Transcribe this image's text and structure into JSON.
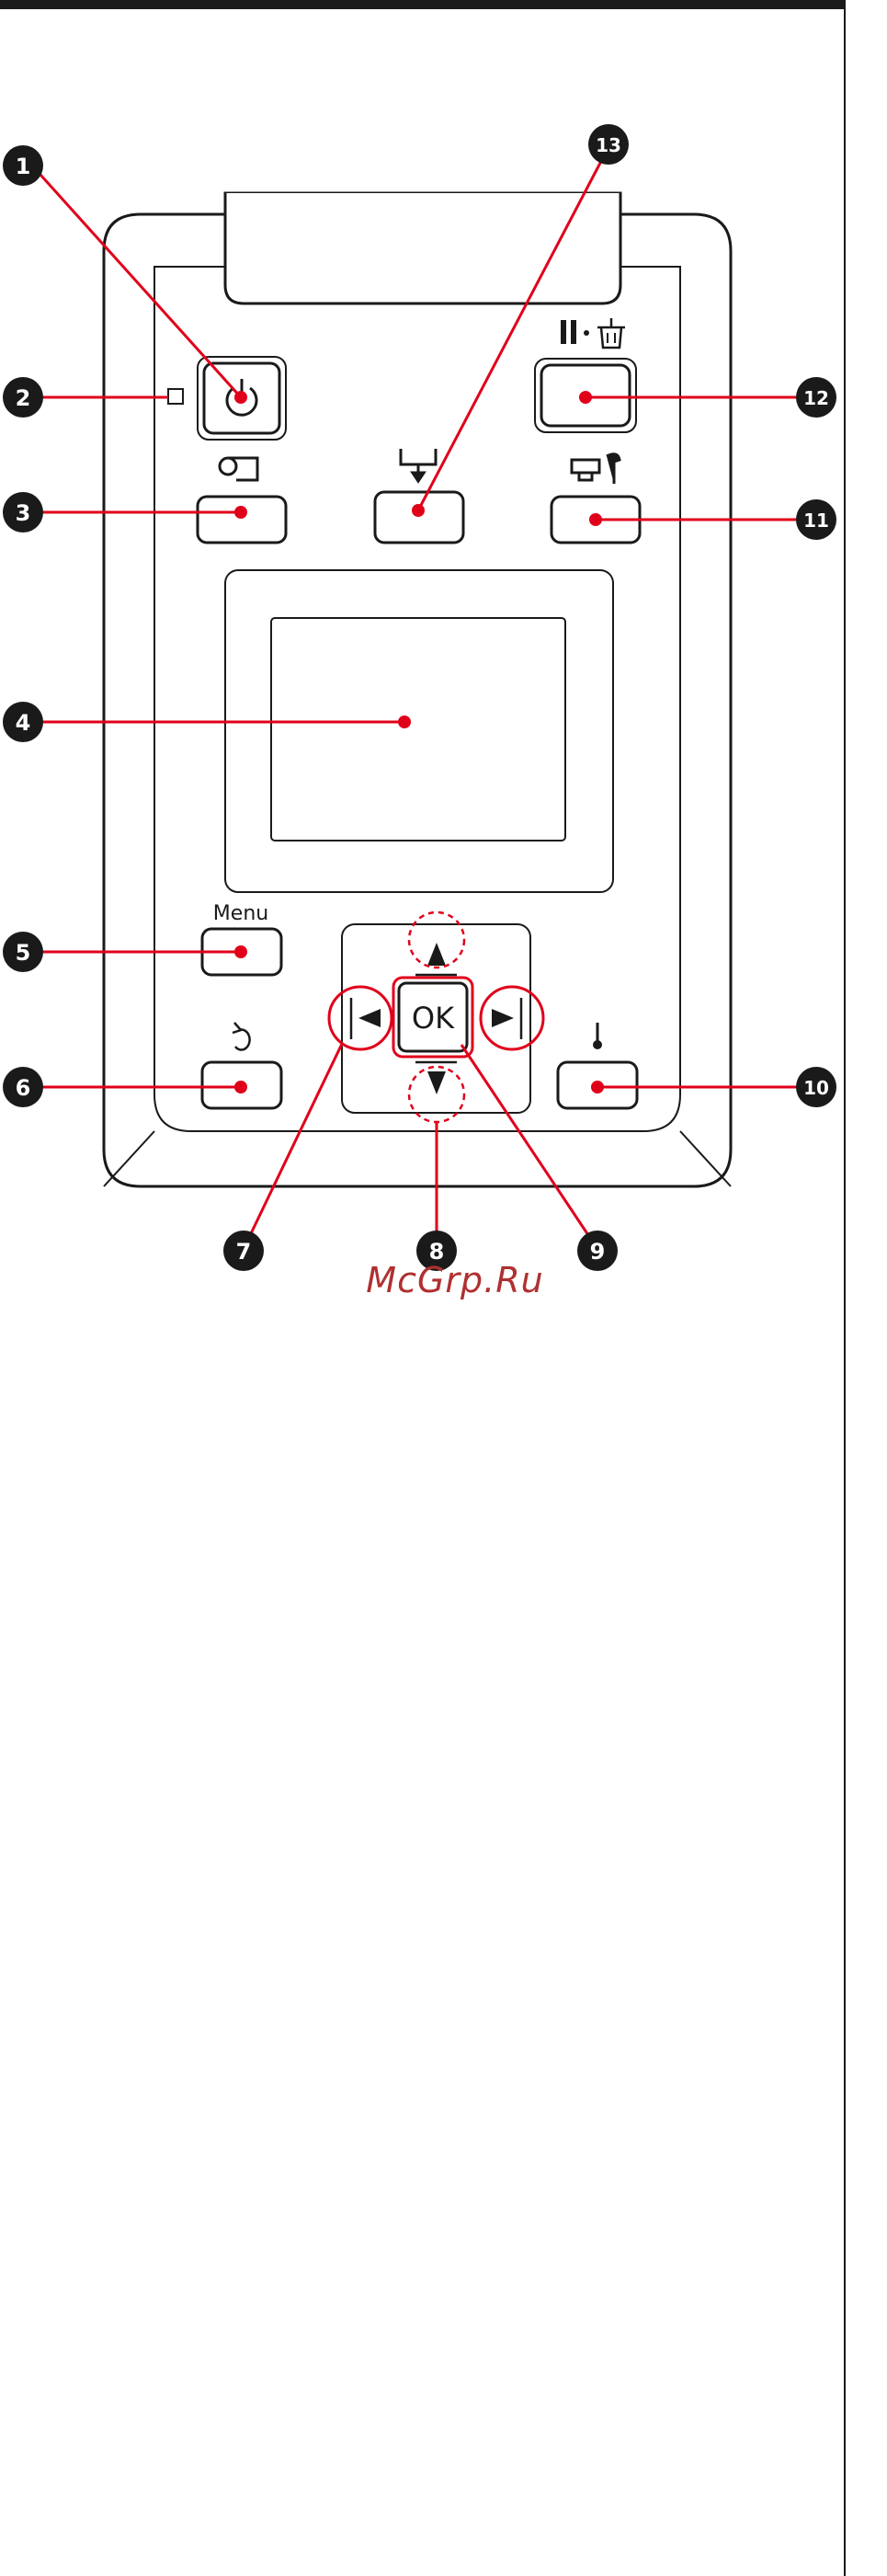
{
  "callouts": [
    {
      "id": "callout-1",
      "label": "1"
    },
    {
      "id": "callout-2",
      "label": "2"
    },
    {
      "id": "callout-3",
      "label": "3"
    },
    {
      "id": "callout-4",
      "label": "4"
    },
    {
      "id": "callout-5",
      "label": "5"
    },
    {
      "id": "callout-6",
      "label": "6"
    },
    {
      "id": "callout-7",
      "label": "7"
    },
    {
      "id": "callout-8",
      "label": "8"
    },
    {
      "id": "callout-9",
      "label": "9"
    },
    {
      "id": "callout-10",
      "label": "10"
    },
    {
      "id": "callout-11",
      "label": "11"
    },
    {
      "id": "callout-12",
      "label": "12"
    },
    {
      "id": "callout-13",
      "label": "13"
    }
  ],
  "labels": {
    "menu": "Menu",
    "ok": "OK"
  },
  "watermark": "McGrp.Ru",
  "colors": {
    "accent": "#e0001a",
    "ink": "#1a1a1a",
    "watermark": "#b03030"
  },
  "icons": [
    "power-icon",
    "led-icon",
    "paper-roll-icon",
    "paper-feed-icon",
    "pause-cancel-icon",
    "maintenance-icon",
    "up-arrow-icon",
    "down-arrow-icon",
    "left-arrow-icon",
    "right-arrow-icon",
    "back-icon",
    "heater-icon"
  ]
}
